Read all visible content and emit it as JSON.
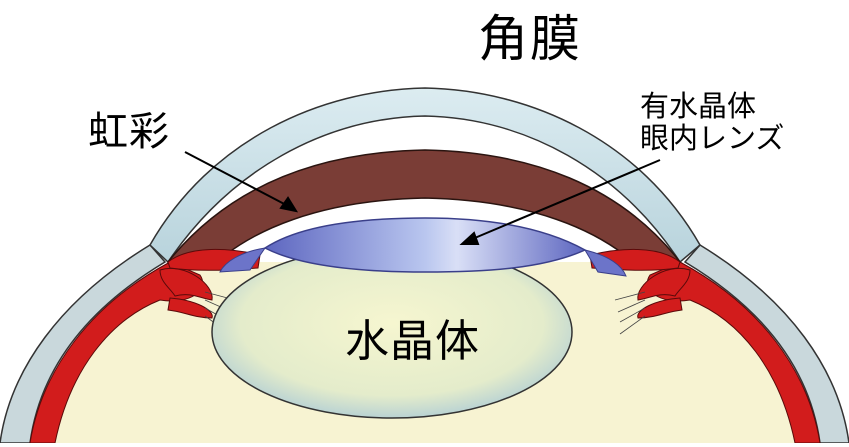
{
  "labels": {
    "cornea": "角膜",
    "iris": "虹彩",
    "iol_line1": "有水晶体",
    "iol_line2": "眼内レンズ",
    "lens": "水晶体"
  },
  "colors": {
    "sclera": "#c7d7da",
    "cornea": "#cfe3ea",
    "iris": "#7a3d36",
    "ciliary": "#d21c1c",
    "lens_fill": "#eef2c6",
    "iol": "#6c74c9",
    "vitreous": "#f7f3d2"
  }
}
